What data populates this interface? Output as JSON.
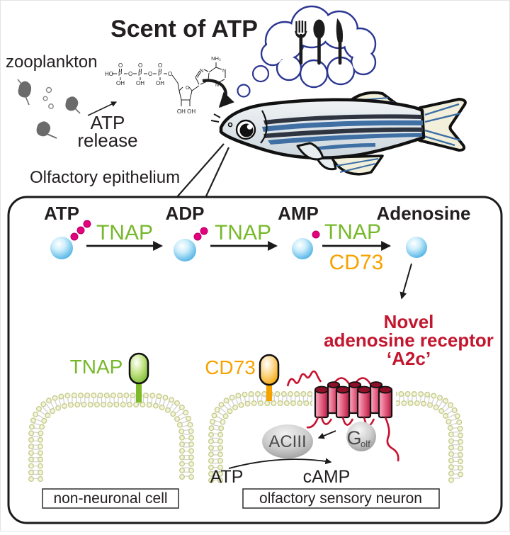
{
  "title": "Scent of ATP",
  "scene": {
    "zooplankton": "zooplankton",
    "atp_release_l1": "ATP",
    "atp_release_l2": "release",
    "olfactory_epithelium": "Olfactory epithelium"
  },
  "chem": {
    "ho": "HO",
    "p": "P",
    "o": "O",
    "oh": "OH",
    "ohoh": "OH OH",
    "n": "N",
    "nh2": "NH₂"
  },
  "cascade": {
    "atp": "ATP",
    "adp": "ADP",
    "amp": "AMP",
    "adenosine": "Adenosine",
    "tnap": "TNAP",
    "cd73": "CD73"
  },
  "receptor_title": {
    "l1": "Novel",
    "l2": "adenosine receptor",
    "l3": "‘A2c’"
  },
  "cells": {
    "tnap": "TNAP",
    "cd73": "CD73",
    "aciii": "ACIII",
    "g": "G",
    "g_sub": "olf",
    "atp": "ATP",
    "camp": "cAMP",
    "non_neuronal": "non-neuronal cell",
    "osn": "olfactory sensory neuron"
  },
  "colors": {
    "tnap_green": "#76b82a",
    "cd73_orange": "#f6a200",
    "phosphate_magenta": "#e5007d",
    "receptor_red": "#c3162f",
    "cloud_navy": "#2c3792",
    "sphere_blue": "#47aee3",
    "membrane_olive": "#c6cc8d",
    "ink": "#231f20"
  }
}
